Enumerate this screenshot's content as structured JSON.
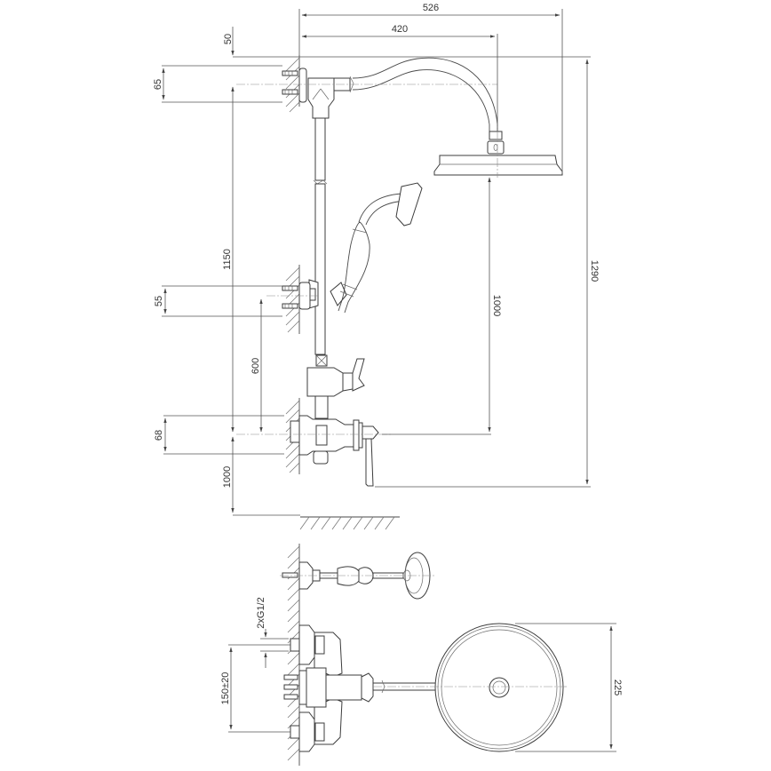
{
  "drawing": {
    "type": "technical dimension drawing - wall-mounted thermostatic shower set",
    "views": [
      "side elevation",
      "top / plan view"
    ],
    "colors": {
      "line": "#4a4a4a",
      "dimension": "#555555",
      "background": "#ffffff"
    }
  },
  "dimensions": {
    "overall_reach": "526",
    "arm_reach": "420",
    "top_offset": "50",
    "upper_bracket_spacing": "65",
    "rail_length": "1150",
    "middle_bracket_spacing": "55",
    "holder_to_mixer": "600",
    "mixer_height": "68",
    "mixer_to_floor": "1000",
    "head_to_mixer": "1000",
    "overall_height": "1290",
    "inlet_thread": "2xG1/2",
    "inlet_spacing": "150±20",
    "head_diameter": "225"
  }
}
